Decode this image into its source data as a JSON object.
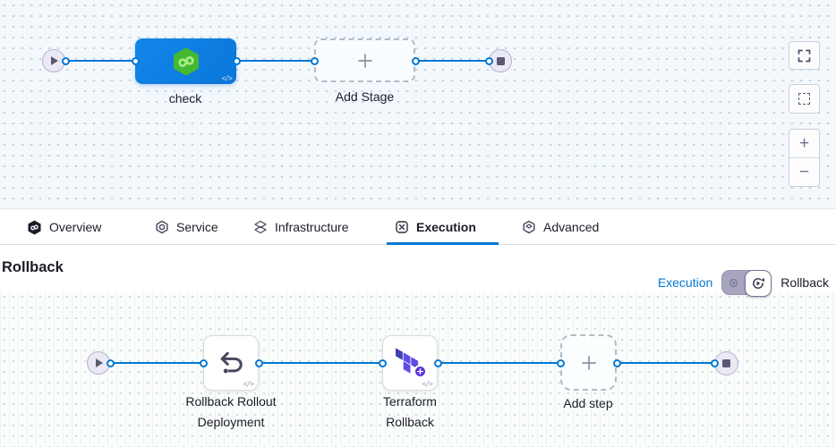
{
  "stage_pipeline": {
    "stage_name": "check",
    "add_stage_label": "Add Stage",
    "code_badge": "</>"
  },
  "zoom_toolbar": {
    "zoom_in": "+",
    "zoom_out": "−"
  },
  "tabs": {
    "items": [
      {
        "label": "Overview"
      },
      {
        "label": "Service"
      },
      {
        "label": "Infrastructure"
      },
      {
        "label": "Execution"
      },
      {
        "label": "Advanced"
      }
    ],
    "active": "Execution"
  },
  "rollback_section": {
    "title": "Rollback",
    "execution_link": "Execution",
    "rollback_label": "Rollback"
  },
  "step_pipeline": {
    "steps": [
      {
        "label_line1": "Rollback Rollout",
        "label_line2": "Deployment"
      },
      {
        "label_line1": "Terraform",
        "label_line2": "Rollback"
      }
    ],
    "add_step_label": "Add step",
    "code_badge": "</>"
  },
  "colors": {
    "link_blue": "#0278d5",
    "stage_blue": "#0d81e2",
    "harness_green": "#45b832",
    "terraform_purple": "#5c4ee5",
    "terraform_indigo": "#4040b2"
  }
}
